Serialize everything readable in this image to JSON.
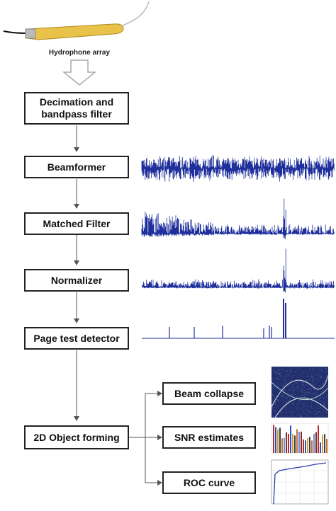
{
  "diagram": {
    "source_label": "Hydrophone array",
    "pipeline": [
      {
        "id": "decimation",
        "label_lines": [
          "Decimation and",
          "bandpass filter"
        ]
      },
      {
        "id": "beamformer",
        "label_lines": [
          "Beamformer"
        ]
      },
      {
        "id": "matched-filter",
        "label_lines": [
          "Matched Filter"
        ]
      },
      {
        "id": "normalizer",
        "label_lines": [
          "Normalizer"
        ]
      },
      {
        "id": "page-test-detector",
        "label_lines": [
          "Page test detector"
        ]
      },
      {
        "id": "object-forming",
        "label_lines": [
          "2D Object forming"
        ]
      }
    ],
    "outputs": [
      {
        "id": "beam-collapse",
        "label": "Beam collapse"
      },
      {
        "id": "snr-estimates",
        "label": "SNR estimates"
      },
      {
        "id": "roc-curve",
        "label": "ROC curve"
      }
    ],
    "colors": {
      "signal": "#1f2f9c",
      "box_border": "#222222",
      "cable": "#e9c24a",
      "arrow": "#666666"
    }
  }
}
